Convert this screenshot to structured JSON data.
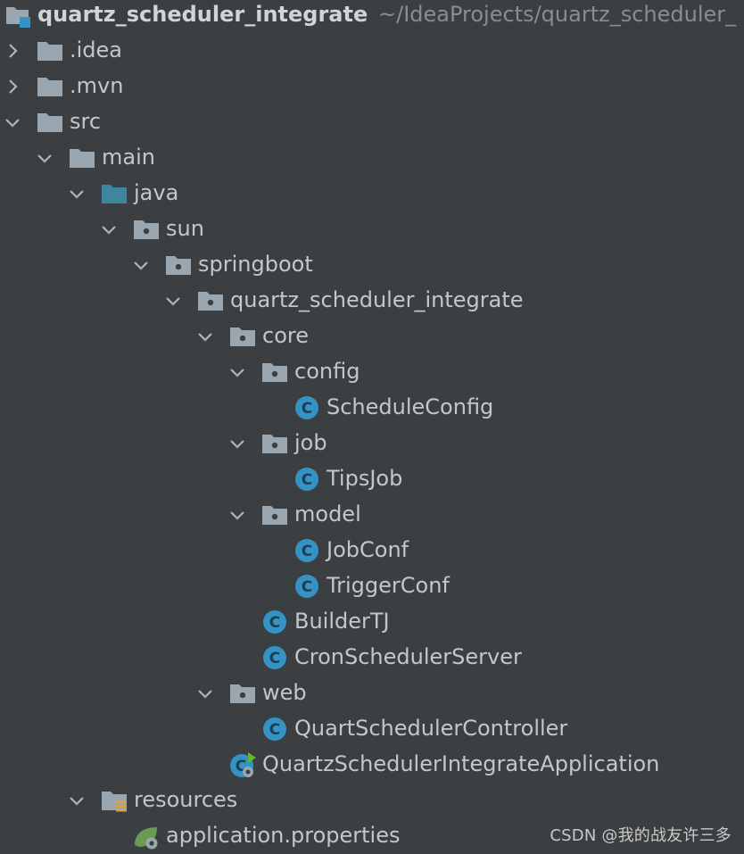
{
  "project": {
    "name": "quartz_scheduler_integrate",
    "path": "~/IdeaProjects/quartz_scheduler_"
  },
  "tree": [
    {
      "label": ".idea",
      "icon": "folder-icon",
      "expanded": false
    },
    {
      "label": ".mvn",
      "icon": "folder-icon",
      "expanded": false
    },
    {
      "label": "src",
      "icon": "folder-icon",
      "expanded": true
    },
    {
      "label": "main",
      "icon": "folder-icon",
      "expanded": true
    },
    {
      "label": "java",
      "icon": "source-folder-icon",
      "expanded": true
    },
    {
      "label": "sun",
      "icon": "package-icon",
      "expanded": true
    },
    {
      "label": "springboot",
      "icon": "package-icon",
      "expanded": true
    },
    {
      "label": "quartz_scheduler_integrate",
      "icon": "package-icon",
      "expanded": true
    },
    {
      "label": "core",
      "icon": "package-icon",
      "expanded": true
    },
    {
      "label": "config",
      "icon": "package-icon",
      "expanded": true
    },
    {
      "label": "ScheduleConfig",
      "icon": "class-icon"
    },
    {
      "label": "job",
      "icon": "package-icon",
      "expanded": true
    },
    {
      "label": "TipsJob",
      "icon": "class-icon"
    },
    {
      "label": "model",
      "icon": "package-icon",
      "expanded": true
    },
    {
      "label": "JobConf",
      "icon": "class-icon"
    },
    {
      "label": "TriggerConf",
      "icon": "class-icon"
    },
    {
      "label": "BuilderTJ",
      "icon": "class-icon"
    },
    {
      "label": "CronSchedulerServer",
      "icon": "class-icon"
    },
    {
      "label": "web",
      "icon": "package-icon",
      "expanded": true
    },
    {
      "label": "QuartSchedulerController",
      "icon": "class-icon"
    },
    {
      "label": "QuartzSchedulerIntegrateApplication",
      "icon": "spring-boot-class-icon"
    },
    {
      "label": "resources",
      "icon": "resources-folder-icon",
      "expanded": true
    },
    {
      "label": "application.properties",
      "icon": "spring-properties-icon"
    }
  ],
  "watermark": "CSDN @我的战友许三多",
  "colors": {
    "background": "#3c3f41",
    "folder": "#9aa7b0",
    "source_folder": "#3e86a0",
    "class_icon": "#3592c4",
    "spring": "#6a9b54",
    "text": "#c4c7c9"
  }
}
